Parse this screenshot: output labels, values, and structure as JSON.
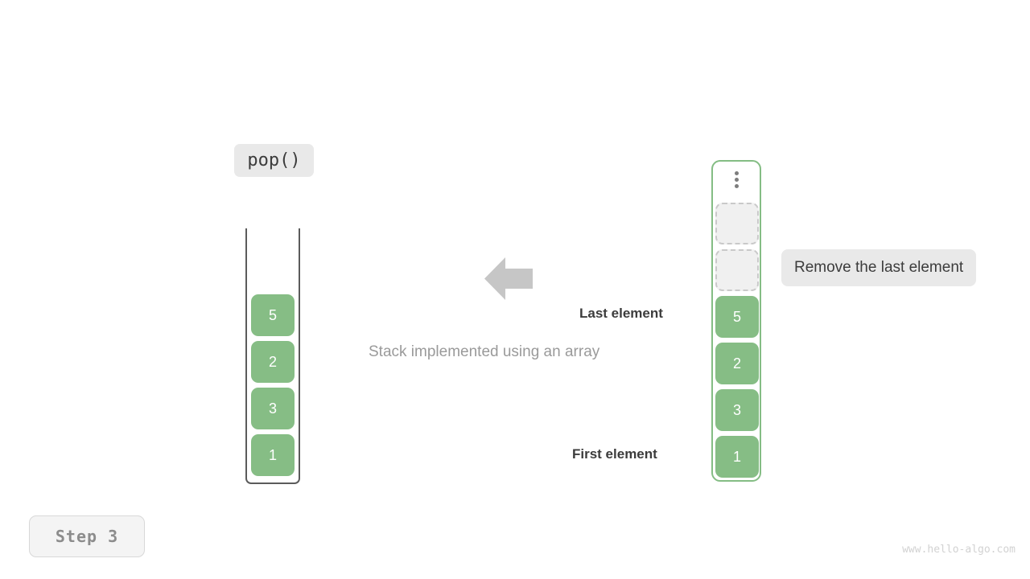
{
  "diagram": {
    "title_caption": "Stack implemented using an array",
    "operation_chip": "pop()",
    "step_badge": "Step 3",
    "watermark": "www.hello-algo.com",
    "annotation": "Remove the last element",
    "accent_color": "#86bd85",
    "arrow_color": "#c6c6c6",
    "chip_bg_color": "#e9e9e9",
    "labels": {
      "last_element": "Last element",
      "first_element": "First element"
    },
    "icons": {
      "ellipsis": "vertical-ellipsis-icon",
      "arrow": "arrow-left-icon"
    },
    "left_stack": {
      "name": "array-container",
      "cells": [
        {
          "value": "5",
          "state": "filled"
        },
        {
          "value": "2",
          "state": "filled"
        },
        {
          "value": "3",
          "state": "filled"
        },
        {
          "value": "1",
          "state": "filled"
        }
      ]
    },
    "right_stack": {
      "name": "stack-container",
      "cells": [
        {
          "value": "",
          "state": "empty"
        },
        {
          "value": "",
          "state": "empty"
        },
        {
          "value": "5",
          "state": "filled"
        },
        {
          "value": "2",
          "state": "filled"
        },
        {
          "value": "3",
          "state": "filled"
        },
        {
          "value": "1",
          "state": "filled"
        }
      ]
    }
  }
}
